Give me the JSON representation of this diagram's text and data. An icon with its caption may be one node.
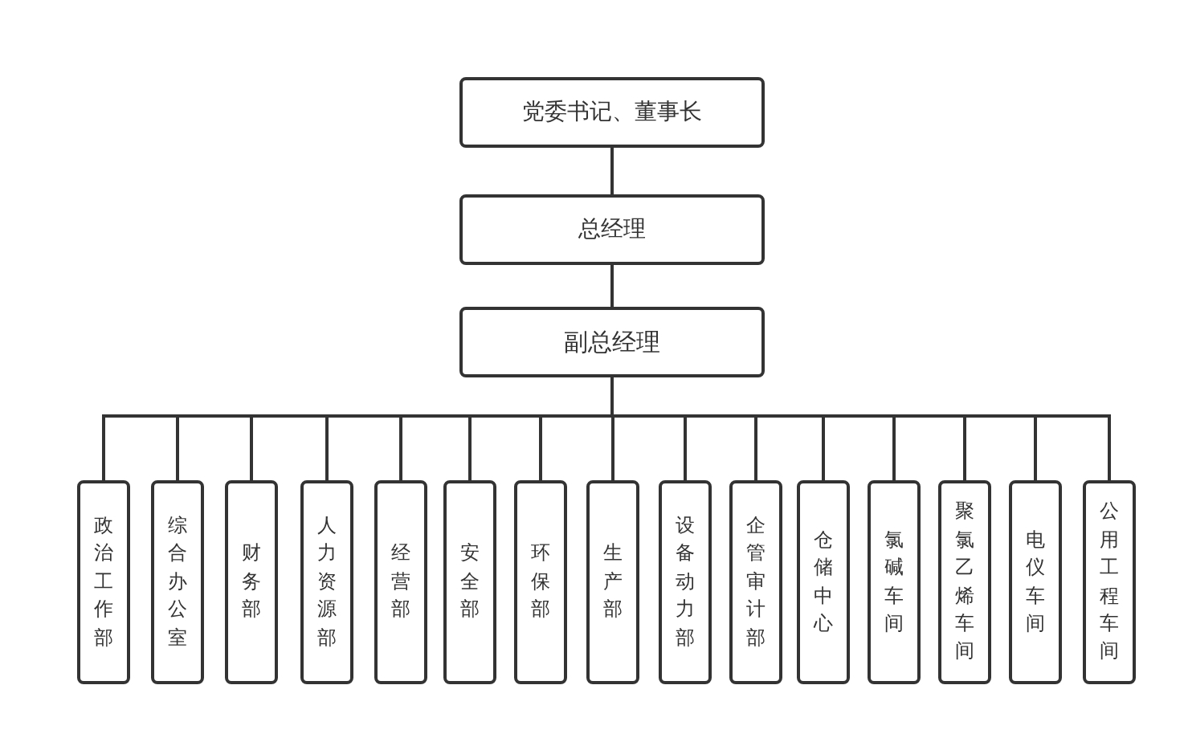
{
  "diagram": {
    "nodes": [
      {
        "text": [
          "党委书记、董事长"
        ]
      },
      {
        "text": [
          "总经理"
        ]
      },
      {
        "text": [
          "副总经理"
        ]
      },
      {
        "text": [
          "政治工作部"
        ]
      },
      {
        "text": [
          "综合办公室"
        ]
      },
      {
        "text": [
          "财务部"
        ]
      },
      {
        "text": [
          "人力资源部"
        ]
      },
      {
        "text": [
          "经营部"
        ]
      },
      {
        "text": [
          "安全部"
        ]
      },
      {
        "text": [
          "环保部"
        ]
      },
      {
        "text": [
          "生产部"
        ]
      },
      {
        "text": [
          "设备动力部"
        ]
      },
      {
        "text": [
          "企管审计部"
        ]
      },
      {
        "text": [
          "仓储中心"
        ]
      },
      {
        "text": [
          "氯碱车间"
        ]
      },
      {
        "text": [
          "聚氯乙烯车间"
        ]
      },
      {
        "text": [
          "电仪车间"
        ]
      },
      {
        "text": [
          "公用工程车间"
        ]
      }
    ],
    "edges": [
      {
        "from": 0,
        "to": 1,
        "arrow": "none"
      },
      {
        "from": 1,
        "to": 2,
        "arrow": "none"
      },
      {
        "from": 2,
        "to": 3,
        "arrow": "none"
      },
      {
        "from": 2,
        "to": 4,
        "arrow": "none"
      },
      {
        "from": 2,
        "to": 5,
        "arrow": "none"
      },
      {
        "from": 2,
        "to": 6,
        "arrow": "none"
      },
      {
        "from": 2,
        "to": 7,
        "arrow": "none"
      },
      {
        "from": 2,
        "to": 8,
        "arrow": "none"
      },
      {
        "from": 2,
        "to": 9,
        "arrow": "none"
      },
      {
        "from": 2,
        "to": 10,
        "arrow": "none"
      },
      {
        "from": 2,
        "to": 11,
        "arrow": "none"
      },
      {
        "from": 2,
        "to": 12,
        "arrow": "none"
      },
      {
        "from": 2,
        "to": 13,
        "arrow": "none"
      },
      {
        "from": 2,
        "to": 14,
        "arrow": "none"
      },
      {
        "from": 2,
        "to": 15,
        "arrow": "none"
      },
      {
        "from": 2,
        "to": 16,
        "arrow": "none"
      },
      {
        "from": 2,
        "to": 17,
        "arrow": "none"
      }
    ]
  }
}
